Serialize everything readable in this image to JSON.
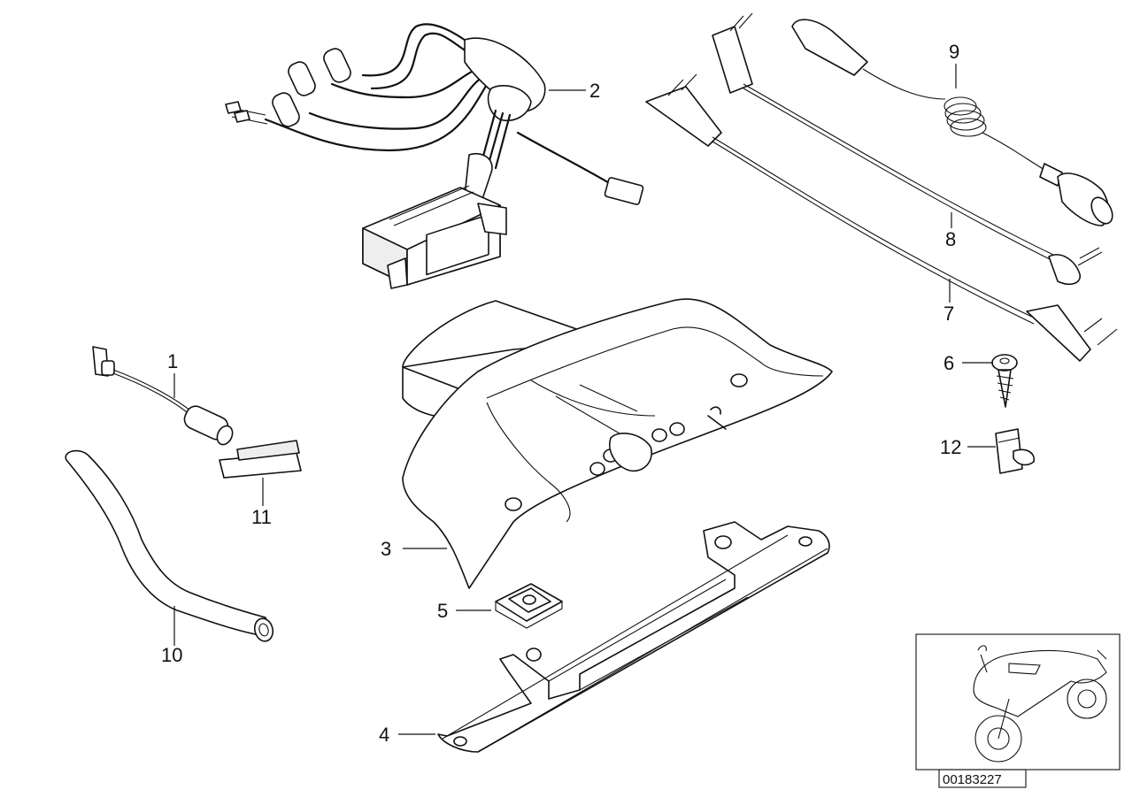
{
  "diagram": {
    "callouts": [
      {
        "id": "c1",
        "text": "1"
      },
      {
        "id": "c2",
        "text": "2"
      },
      {
        "id": "c3",
        "text": "3"
      },
      {
        "id": "c4",
        "text": "4"
      },
      {
        "id": "c5",
        "text": "5"
      },
      {
        "id": "c6",
        "text": "6"
      },
      {
        "id": "c7",
        "text": "7"
      },
      {
        "id": "c8",
        "text": "8"
      },
      {
        "id": "c9",
        "text": "9"
      },
      {
        "id": "c10",
        "text": "10"
      },
      {
        "id": "c11",
        "text": "11"
      },
      {
        "id": "c12",
        "text": "12"
      }
    ],
    "reference_number": "00183227"
  }
}
